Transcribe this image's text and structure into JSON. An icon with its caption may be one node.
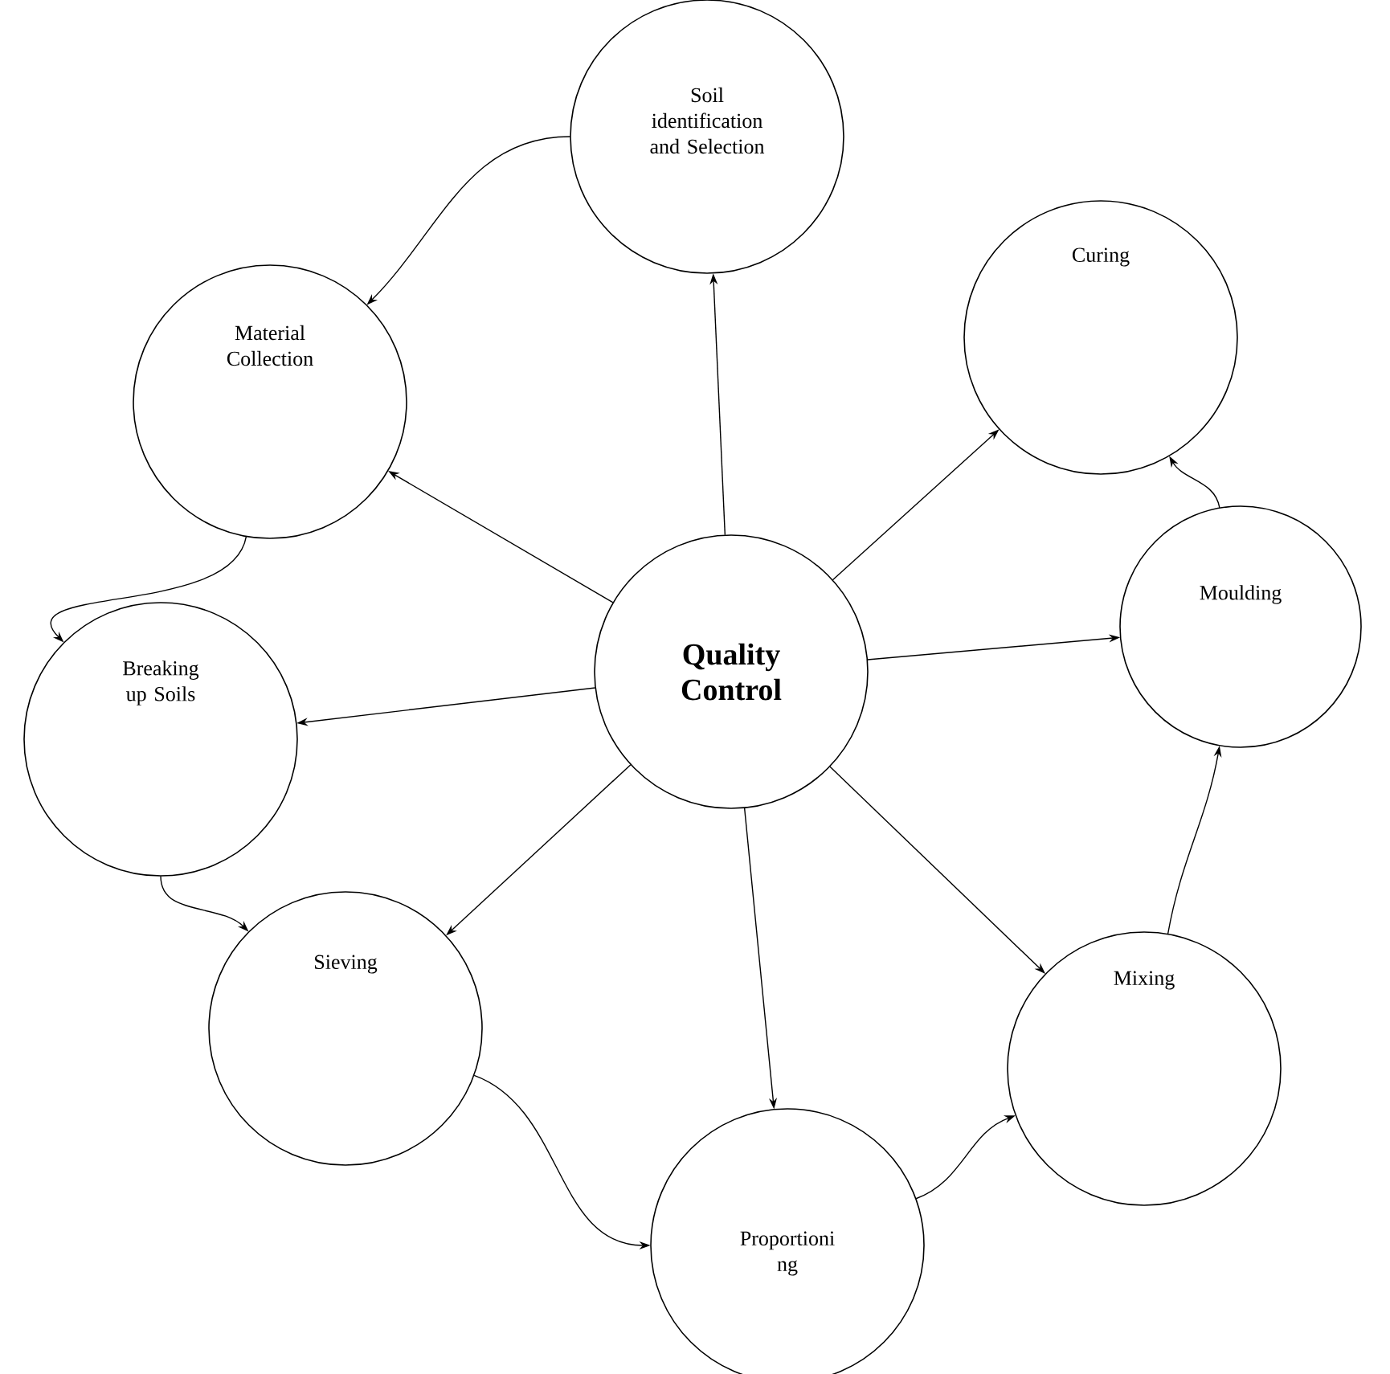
{
  "diagram": {
    "nodes": [
      {
        "text": [
          "Quality Control"
        ]
      },
      {
        "text": [
          "Soil identification and Selection"
        ]
      },
      {
        "text": [
          "Material Collection"
        ]
      },
      {
        "text": [
          "Breaking up Soils"
        ]
      },
      {
        "text": [
          "Sieving"
        ]
      },
      {
        "text": [
          "Proportioni ng"
        ]
      },
      {
        "text": [
          "Mixing"
        ]
      },
      {
        "text": [
          "Moulding"
        ]
      },
      {
        "text": [
          "Curing"
        ]
      }
    ],
    "edges": [
      {
        "from": 0,
        "to": 1,
        "arrow": "to"
      },
      {
        "from": 0,
        "to": 2,
        "arrow": "to"
      },
      {
        "from": 0,
        "to": 3,
        "arrow": "to"
      },
      {
        "from": 0,
        "to": 4,
        "arrow": "to"
      },
      {
        "from": 0,
        "to": 5,
        "arrow": "to"
      },
      {
        "from": 0,
        "to": 6,
        "arrow": "to"
      },
      {
        "from": 0,
        "to": 7,
        "arrow": "to"
      },
      {
        "from": 0,
        "to": 8,
        "arrow": "to"
      },
      {
        "from": 1,
        "to": 2,
        "arrow": "to"
      },
      {
        "from": 2,
        "to": 3,
        "arrow": "to"
      },
      {
        "from": 3,
        "to": 4,
        "arrow": "to"
      },
      {
        "from": 4,
        "to": 5,
        "arrow": "to"
      },
      {
        "from": 5,
        "to": 6,
        "arrow": "to"
      },
      {
        "from": 6,
        "to": 7,
        "arrow": "to"
      },
      {
        "from": 7,
        "to": 8,
        "arrow": "to"
      }
    ]
  }
}
